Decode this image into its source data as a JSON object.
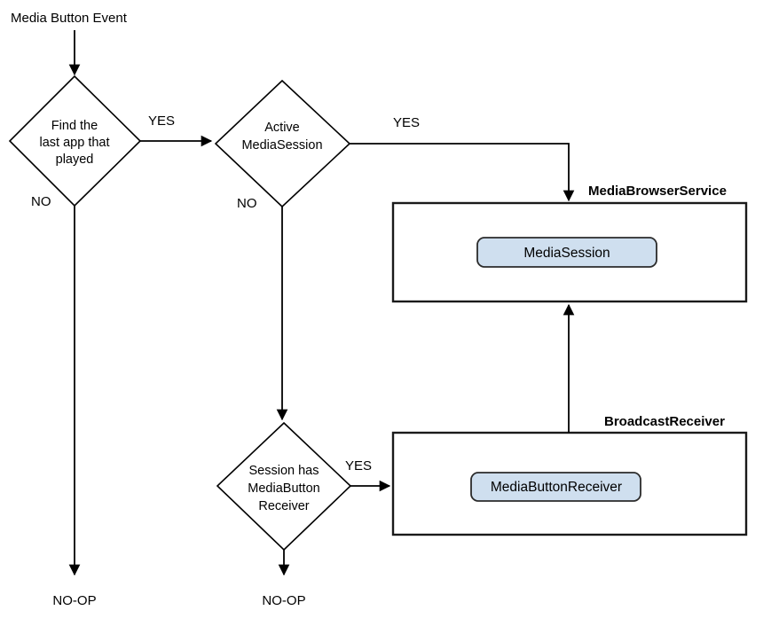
{
  "diagram": {
    "title": "Media Button Event",
    "type": "flowchart",
    "background_color": "#ffffff",
    "line_color": "#000000",
    "node_fill_color": "#cfdfef",
    "node_border_color": "#2b2b2b"
  },
  "entry": {
    "label": "Media Button Event"
  },
  "decisions": [
    {
      "id": "find-last-app",
      "lines": [
        "Find the",
        "last app that",
        "played"
      ],
      "yes_label": "YES",
      "no_label": "NO"
    },
    {
      "id": "active-mediasession",
      "lines": [
        "Active",
        "MediaSession"
      ],
      "yes_label": "YES",
      "no_label": "NO"
    },
    {
      "id": "session-has-mediabutton-receiver",
      "lines": [
        "Session  has",
        "MediaButton",
        "Receiver"
      ],
      "yes_label": "YES",
      "no_label": ""
    }
  ],
  "containers": [
    {
      "id": "mediabrowserservice",
      "label": "MediaBrowserService",
      "child": "MediaSession"
    },
    {
      "id": "broadcastreceiver",
      "label": "BroadcastReceiver",
      "child": "MediaButtonReceiver"
    }
  ],
  "terminals": [
    {
      "id": "noop-left",
      "label": "NO-OP"
    },
    {
      "id": "noop-center",
      "label": "NO-OP"
    }
  ]
}
